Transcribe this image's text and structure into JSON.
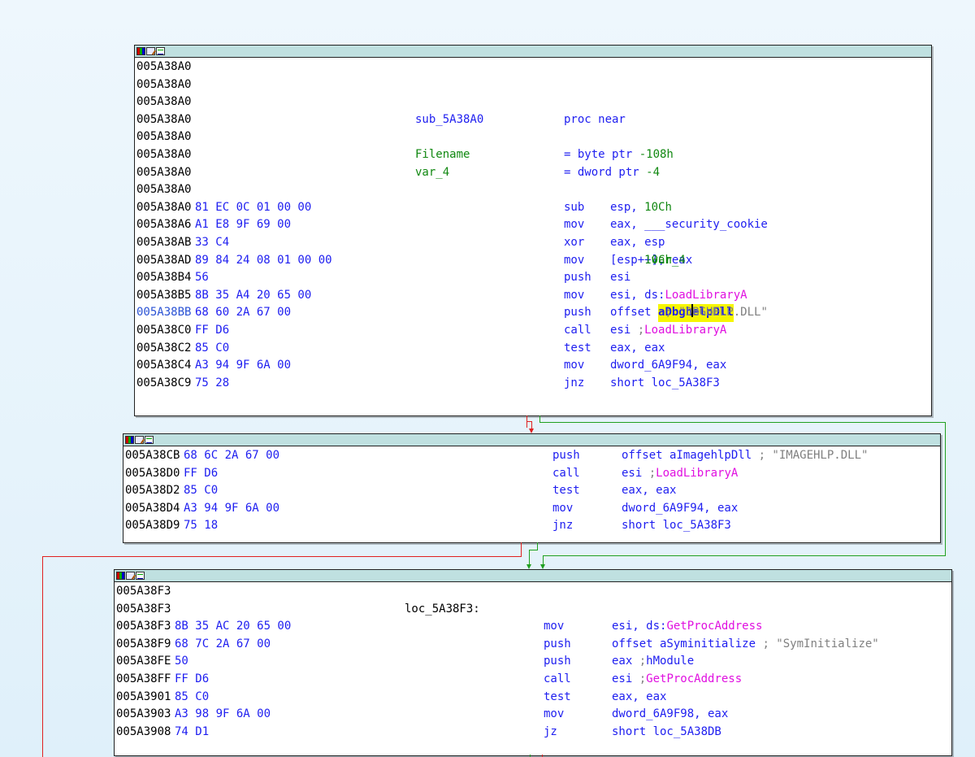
{
  "block1": {
    "lines": [
      {
        "addr": "005A38A0",
        "bytes": "",
        "label": "",
        "mnem": "",
        "op": ""
      },
      {
        "addr": "005A38A0",
        "bytes": "",
        "label": "",
        "mnem": "",
        "op": ""
      },
      {
        "addr": "005A38A0",
        "bytes": "",
        "label": "",
        "mnem": "",
        "op": ""
      },
      {
        "addr": "005A38A0",
        "bytes": "",
        "label": "sub_5A38A0",
        "mnem": "proc near",
        "op": ""
      },
      {
        "addr": "005A38A0",
        "bytes": "",
        "label": "",
        "mnem": "",
        "op": ""
      },
      {
        "addr": "005A38A0",
        "bytes": "",
        "label": "Filename",
        "mnem": "= byte ptr -108h",
        "op": ""
      },
      {
        "addr": "005A38A0",
        "bytes": "",
        "label": "var_4",
        "mnem": "= dword ptr -4",
        "op": ""
      },
      {
        "addr": "005A38A0",
        "bytes": "",
        "label": "",
        "mnem": "",
        "op": ""
      },
      {
        "addr": "005A38A0",
        "bytes": "81 EC 0C 01 00 00",
        "label": "",
        "mnem": "sub",
        "op": "esp, 10Ch"
      },
      {
        "addr": "005A38A6",
        "bytes": "A1 E8 9F 69 00",
        "label": "",
        "mnem": "mov",
        "op": "eax, ___security_cookie"
      },
      {
        "addr": "005A38AB",
        "bytes": "33 C4",
        "label": "",
        "mnem": "xor",
        "op": "eax, esp"
      },
      {
        "addr": "005A38AD",
        "bytes": "89 84 24 08 01 00 00",
        "label": "",
        "mnem": "mov",
        "op": "[esp+10Ch+var_4], eax"
      },
      {
        "addr": "005A38B4",
        "bytes": "56",
        "label": "",
        "mnem": "push",
        "op": "esi"
      },
      {
        "addr": "005A38B5",
        "bytes": "8B 35 A4 20 65 00",
        "label": "",
        "mnem": "mov",
        "op": "esi, ds:LoadLibraryA"
      },
      {
        "addr": "005A38BB",
        "bytes": "68 60 2A 67 00",
        "label": "",
        "mnem": "push",
        "op": "offset aDbghelpDll ; \"DBGHELP.DLL\""
      },
      {
        "addr": "005A38C0",
        "bytes": "FF D6",
        "label": "",
        "mnem": "call",
        "op": "esi ; LoadLibraryA"
      },
      {
        "addr": "005A38C2",
        "bytes": "85 C0",
        "label": "",
        "mnem": "test",
        "op": "eax, eax"
      },
      {
        "addr": "005A38C4",
        "bytes": "A3 94 9F 6A 00",
        "label": "",
        "mnem": "mov",
        "op": "dword_6A9F94, eax"
      },
      {
        "addr": "005A38C9",
        "bytes": "75 28",
        "label": "",
        "mnem": "jnz",
        "op": "short loc_5A38F3"
      }
    ]
  },
  "block2": {
    "lines": [
      {
        "addr": "005A38CB",
        "bytes": "68 6C 2A 67 00",
        "mnem": "push",
        "op": "offset aImagehlpDll ; \"IMAGEHLP.DLL\""
      },
      {
        "addr": "005A38D0",
        "bytes": "FF D6",
        "mnem": "call",
        "op": "esi ; LoadLibraryA"
      },
      {
        "addr": "005A38D2",
        "bytes": "85 C0",
        "mnem": "test",
        "op": "eax, eax"
      },
      {
        "addr": "005A38D4",
        "bytes": "A3 94 9F 6A 00",
        "mnem": "mov",
        "op": "dword_6A9F94, eax"
      },
      {
        "addr": "005A38D9",
        "bytes": "75 18",
        "mnem": "jnz",
        "op": "short loc_5A38F3"
      }
    ]
  },
  "block3": {
    "lines": [
      {
        "addr": "005A38F3",
        "bytes": "",
        "label": "",
        "mnem": "",
        "op": ""
      },
      {
        "addr": "005A38F3",
        "bytes": "",
        "label": "loc_5A38F3:",
        "mnem": "",
        "op": ""
      },
      {
        "addr": "005A38F3",
        "bytes": "8B 35 AC 20 65 00",
        "label": "",
        "mnem": "mov",
        "op": "esi, ds:GetProcAddress"
      },
      {
        "addr": "005A38F9",
        "bytes": "68 7C 2A 67 00",
        "label": "",
        "mnem": "push",
        "op": "offset aSyminitialize ; \"SymInitialize\""
      },
      {
        "addr": "005A38FE",
        "bytes": "50",
        "label": "",
        "mnem": "push",
        "op": "eax ; hModule"
      },
      {
        "addr": "005A38FF",
        "bytes": "FF D6",
        "label": "",
        "mnem": "call",
        "op": "esi ; GetProcAddress"
      },
      {
        "addr": "005A3901",
        "bytes": "85 C0",
        "label": "",
        "mnem": "test",
        "op": "eax, eax"
      },
      {
        "addr": "005A3903",
        "bytes": "A3 98 9F 6A 00",
        "label": "",
        "mnem": "mov",
        "op": "dword_6A9F98, eax"
      },
      {
        "addr": "005A3908",
        "bytes": "74 D1",
        "label": "",
        "mnem": "jz",
        "op": "short loc_5A38DB"
      }
    ]
  },
  "colors": {
    "address": "#000000",
    "bytes": "#1e1ef0",
    "instruction": "#1e1ef0",
    "number": "#118811",
    "import": "#e010e0",
    "comment": "#808080",
    "highlight": "#f6f600",
    "true_edge": "#20a020",
    "false_edge": "#e02020",
    "title_bar": "#bfe0e0"
  }
}
